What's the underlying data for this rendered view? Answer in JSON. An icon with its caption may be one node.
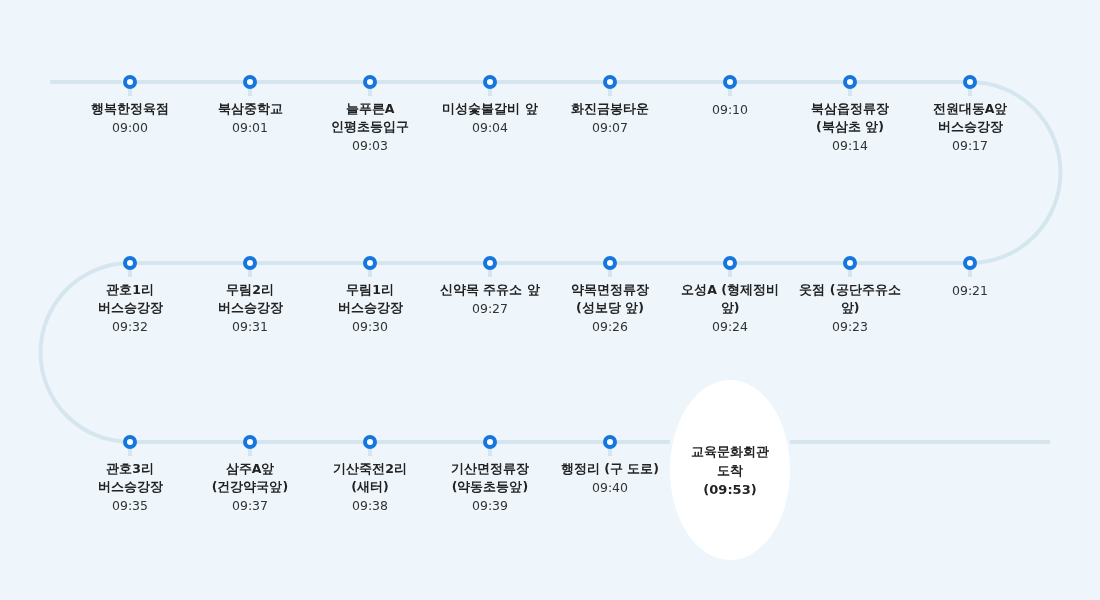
{
  "diagram": {
    "nodes": [
      {
        "text": [
          "행복한정육점",
          "09:00"
        ]
      },
      {
        "text": [
          "북삼중학교",
          "09:01"
        ]
      },
      {
        "text": [
          "늘푸른A 인평초등입구",
          "09:03"
        ]
      },
      {
        "text": [
          "미성숯불갈비 앞",
          "09:04"
        ]
      },
      {
        "text": [
          "화진금봉타운",
          "09:07"
        ]
      },
      {
        "text": [
          "09:10"
        ]
      },
      {
        "text": [
          "북삼읍정류장 (북삼초 앞)",
          "09:14"
        ]
      },
      {
        "text": [
          "전원대동A앞 버스승강장",
          "09:17"
        ]
      },
      {
        "text": [
          "09:21"
        ]
      },
      {
        "text": [
          "웃점 (공단주유소 앞)",
          "09:23"
        ]
      },
      {
        "text": [
          "오성A (형제정비 앞)",
          "09:24"
        ]
      },
      {
        "text": [
          "약목면정류장 (성보당 앞)",
          "09:26"
        ]
      },
      {
        "text": [
          "신약목 주유소 앞",
          "09:27"
        ]
      },
      {
        "text": [
          "무림1리 버스승강장",
          "09:30"
        ]
      },
      {
        "text": [
          "무림2리 버스승강장",
          "09:31"
        ]
      },
      {
        "text": [
          "관호1리 버스승강장",
          "09:32"
        ]
      },
      {
        "text": [
          "관호3리 버스승강장",
          "09:35"
        ]
      },
      {
        "text": [
          "삼주A앞 (건강약국앞)",
          "09:37"
        ]
      },
      {
        "text": [
          "기산죽전2리 (새터)",
          "09:38"
        ]
      },
      {
        "text": [
          "기산면정류장 (약동초등앞)",
          "09:39"
        ]
      },
      {
        "text": [
          "행정리 (구 도로)",
          "09:40"
        ]
      },
      {
        "text": [
          "교육문화회관 도착",
          "(09:53)"
        ]
      }
    ],
    "edges": [
      {
        "from": 0,
        "to": 1,
        "arrow": "none"
      },
      {
        "from": 1,
        "to": 2,
        "arrow": "none"
      },
      {
        "from": 2,
        "to": 3,
        "arrow": "none"
      },
      {
        "from": 3,
        "to": 4,
        "arrow": "none"
      },
      {
        "from": 4,
        "to": 5,
        "arrow": "none"
      },
      {
        "from": 5,
        "to": 6,
        "arrow": "none"
      },
      {
        "from": 6,
        "to": 7,
        "arrow": "none"
      },
      {
        "from": 7,
        "to": 8,
        "arrow": "none"
      },
      {
        "from": 8,
        "to": 9,
        "arrow": "none"
      },
      {
        "from": 9,
        "to": 10,
        "arrow": "none"
      },
      {
        "from": 10,
        "to": 11,
        "arrow": "none"
      },
      {
        "from": 11,
        "to": 12,
        "arrow": "none"
      },
      {
        "from": 12,
        "to": 13,
        "arrow": "none"
      },
      {
        "from": 13,
        "to": 14,
        "arrow": "none"
      },
      {
        "from": 14,
        "to": 15,
        "arrow": "none"
      },
      {
        "from": 15,
        "to": 16,
        "arrow": "none"
      },
      {
        "from": 16,
        "to": 17,
        "arrow": "none"
      },
      {
        "from": 17,
        "to": 18,
        "arrow": "none"
      },
      {
        "from": 18,
        "to": 19,
        "arrow": "none"
      },
      {
        "from": 19,
        "to": 20,
        "arrow": "none"
      },
      {
        "from": 20,
        "to": 21,
        "arrow": "none"
      }
    ]
  }
}
